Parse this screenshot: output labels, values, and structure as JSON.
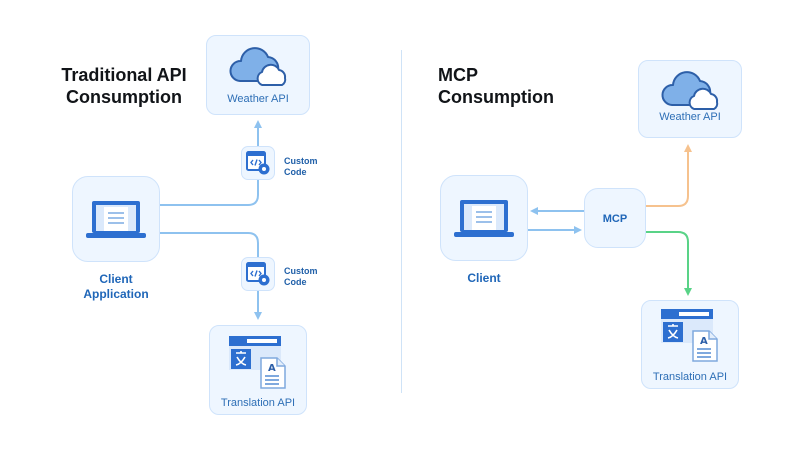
{
  "left": {
    "title_line1": "Traditional API",
    "title_line2": "Consumption",
    "weather_label": "Weather API",
    "translation_label": "Translation API",
    "client_label_line1": "Client",
    "client_label_line2": "Application",
    "custom_code_top_line1": "Custom",
    "custom_code_top_line2": "Code",
    "custom_code_bottom_line1": "Custom",
    "custom_code_bottom_line2": "Code"
  },
  "right": {
    "title_line1": "MCP",
    "title_line2": "Consumption",
    "weather_label": "Weather API",
    "translation_label": "Translation API",
    "client_label": "Client",
    "mcp_label": "MCP"
  },
  "colors": {
    "line_blue": "#8ec2ef",
    "arrow_orange": "#f6c28e",
    "arrow_green": "#59d387",
    "icon_blue": "#2d6fd0"
  },
  "icons": [
    "cloud-icon",
    "laptop-icon",
    "code-settings-icon",
    "translate-icon"
  ]
}
